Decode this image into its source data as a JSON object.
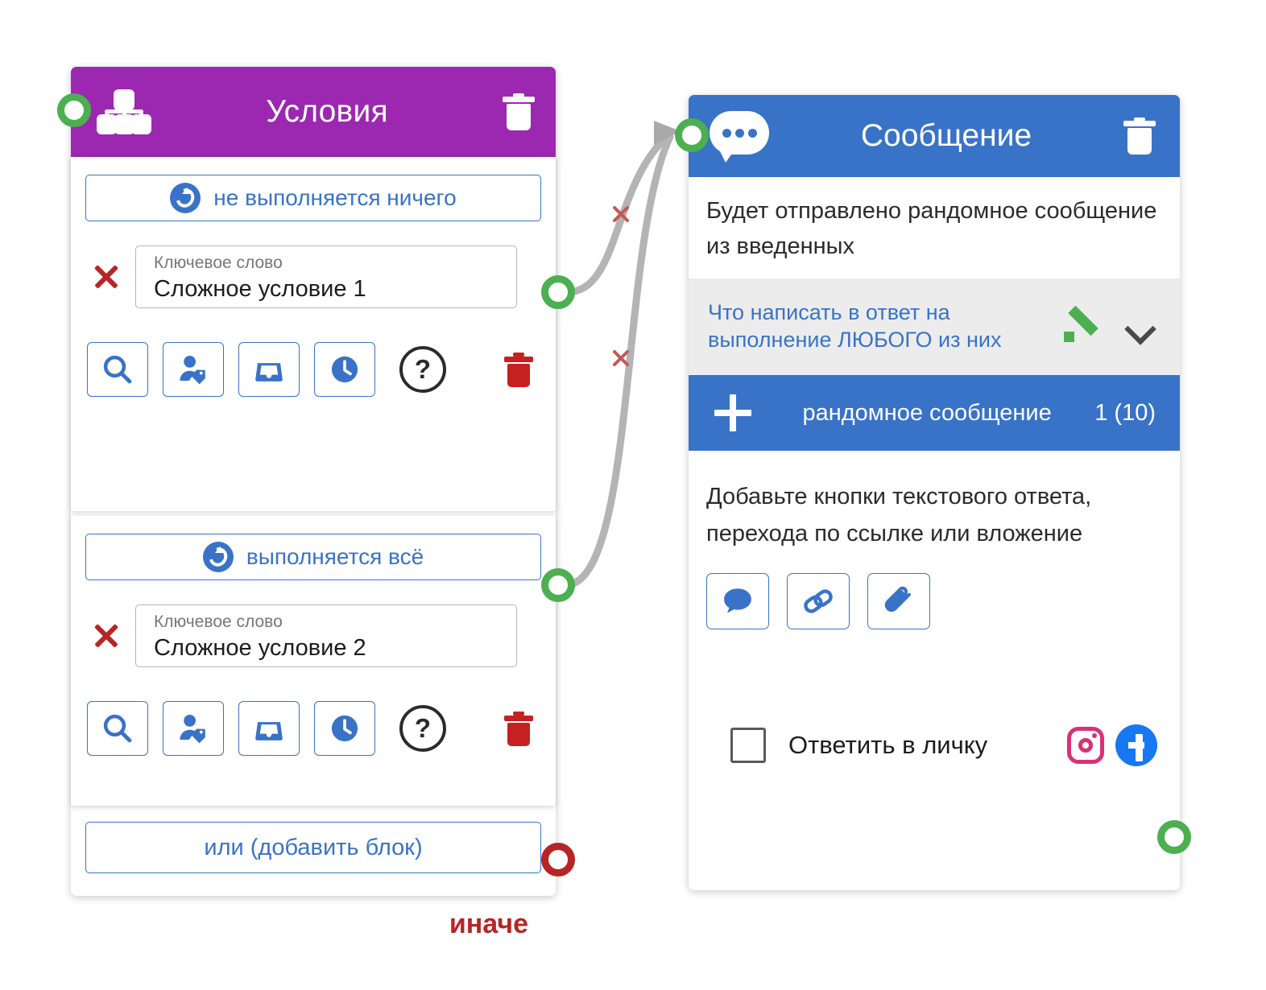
{
  "conditions_card": {
    "title": "Условия",
    "icon": "sitemap-icon",
    "delete_icon": "trash-icon",
    "header_color": "#9C27B0",
    "blocks": [
      {
        "mode_label": "не выполняется ничего",
        "mode_icon": "sync-icon",
        "remove_icon": "x-icon",
        "field_label": "Ключевое слово",
        "field_value": "Сложное условие 1",
        "tools": [
          "search-icon",
          "person-tag-icon",
          "inbox-icon",
          "clock-icon"
        ],
        "help_label": "?",
        "delete_icon": "trash-icon"
      },
      {
        "mode_label": "выполняется всё",
        "mode_icon": "sync-icon",
        "remove_icon": "x-icon",
        "field_label": "Ключевое слово",
        "field_value": "Сложное условие 2",
        "tools": [
          "search-icon",
          "person-tag-icon",
          "inbox-icon",
          "clock-icon"
        ],
        "help_label": "?",
        "delete_icon": "trash-icon"
      }
    ],
    "add_block_label": "или (добавить блок)",
    "else_label": "иначе",
    "else_port_color": "#B72525",
    "port_color": "#4CAF50"
  },
  "message_card": {
    "title": "Сообщение",
    "icon": "chat-bubble-icon",
    "delete_icon": "trash-icon",
    "header_color": "#3973C7",
    "description": "Будет отправлено рандомное сообщение из введенных",
    "answer_row": {
      "text": "Что написать в ответ на выполнение ЛЮБОГО из них",
      "edit_icon": "pencil-icon",
      "expand_icon": "chevron-down-icon"
    },
    "random_bar": {
      "add_icon": "plus-icon",
      "label": "рандомное сообщение",
      "count": "1 (10)"
    },
    "buttons_description": "Добавьте кнопки текстового ответа, перехода по ссылке или вложение",
    "attachment_buttons": [
      "chat-bubble-icon",
      "link-icon",
      "paperclip-icon"
    ],
    "private_reply": {
      "checked": false,
      "label": "Ответить в личку",
      "platforms": [
        "instagram-icon",
        "facebook-icon"
      ]
    }
  },
  "connectors": {
    "line_color": "#b4b4b4",
    "delete_marker": "×",
    "delete_marker_color": "#c05a5a",
    "count": 2
  }
}
